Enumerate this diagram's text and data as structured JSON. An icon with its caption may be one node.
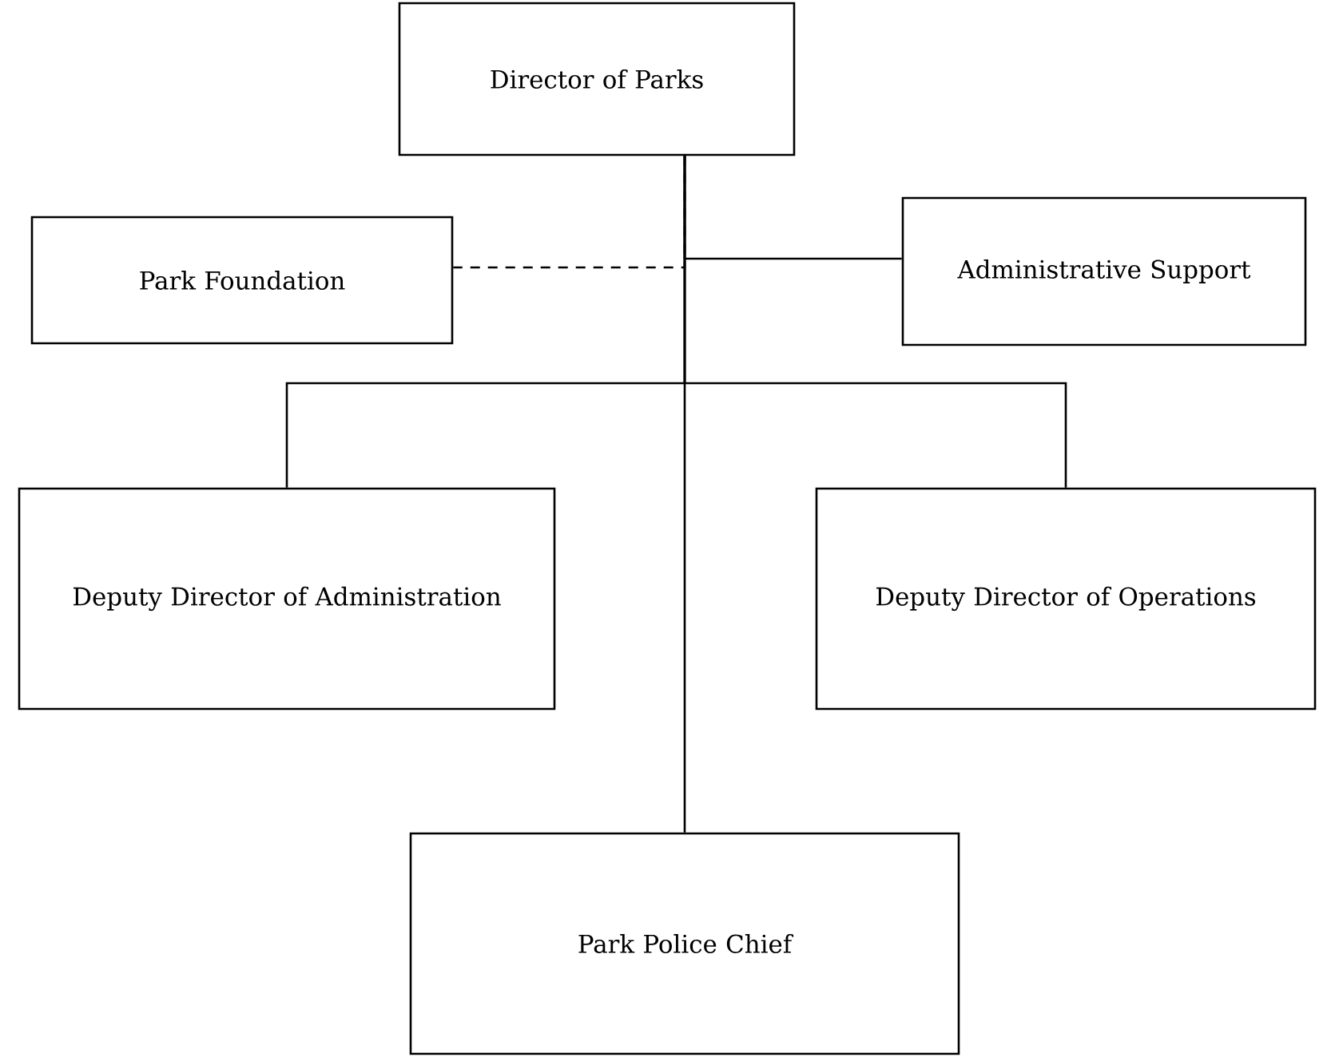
{
  "diagram": {
    "nodes": [
      {
        "text": [
          "Director of Parks"
        ]
      },
      {
        "text": [
          "Park Foundation"
        ]
      },
      {
        "text": [
          "Administrative Support"
        ]
      },
      {
        "text": [
          "Deputy Director of Administration"
        ]
      },
      {
        "text": [
          "Deputy Director of Operations"
        ]
      },
      {
        "text": [
          "Park Police Chief"
        ]
      }
    ],
    "edges": [
      {
        "from": 0,
        "to": 1,
        "arrow": "none",
        "style": "dashed"
      },
      {
        "from": 0,
        "to": 2,
        "arrow": "none"
      },
      {
        "from": 0,
        "to": 3,
        "arrow": "none"
      },
      {
        "from": 0,
        "to": 4,
        "arrow": "none"
      },
      {
        "from": 0,
        "to": 5,
        "arrow": "none"
      }
    ]
  }
}
